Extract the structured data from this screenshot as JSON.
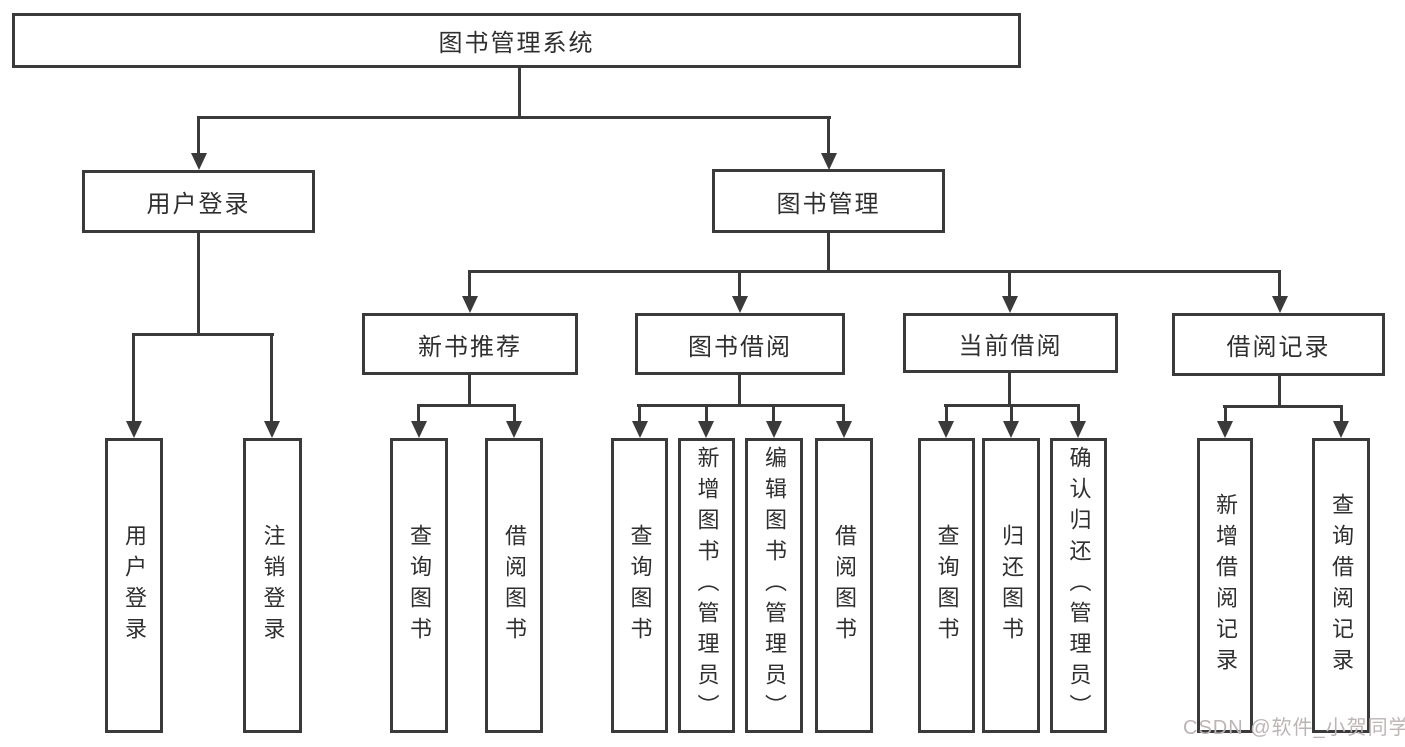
{
  "tree": {
    "label": "图书管理系统",
    "children": [
      {
        "label": "用户登录",
        "children": [
          {
            "label": "用户登录"
          },
          {
            "label": "注销登录"
          }
        ]
      },
      {
        "label": "图书管理",
        "children": [
          {
            "label": "新书推荐",
            "children": [
              {
                "label": "查询图书"
              },
              {
                "label": "借阅图书"
              }
            ]
          },
          {
            "label": "图书借阅",
            "children": [
              {
                "label": "查询图书"
              },
              {
                "label": "新增图书（管理员）"
              },
              {
                "label": "编辑图书（管理员）"
              },
              {
                "label": "借阅图书"
              }
            ]
          },
          {
            "label": "当前借阅",
            "children": [
              {
                "label": "查询图书"
              },
              {
                "label": "归还图书"
              },
              {
                "label": "确认归还（管理员）"
              }
            ]
          },
          {
            "label": "借阅记录",
            "children": [
              {
                "label": "新增借阅记录"
              },
              {
                "label": "查询借阅记录"
              }
            ]
          }
        ]
      }
    ]
  },
  "watermark": {
    "text": "CSDN @软件_小贺同学"
  },
  "colors": {
    "line": "#3a3a3a",
    "text": "#2f2f2f",
    "watermark": "#bdb5b5",
    "background": "#ffffff"
  }
}
